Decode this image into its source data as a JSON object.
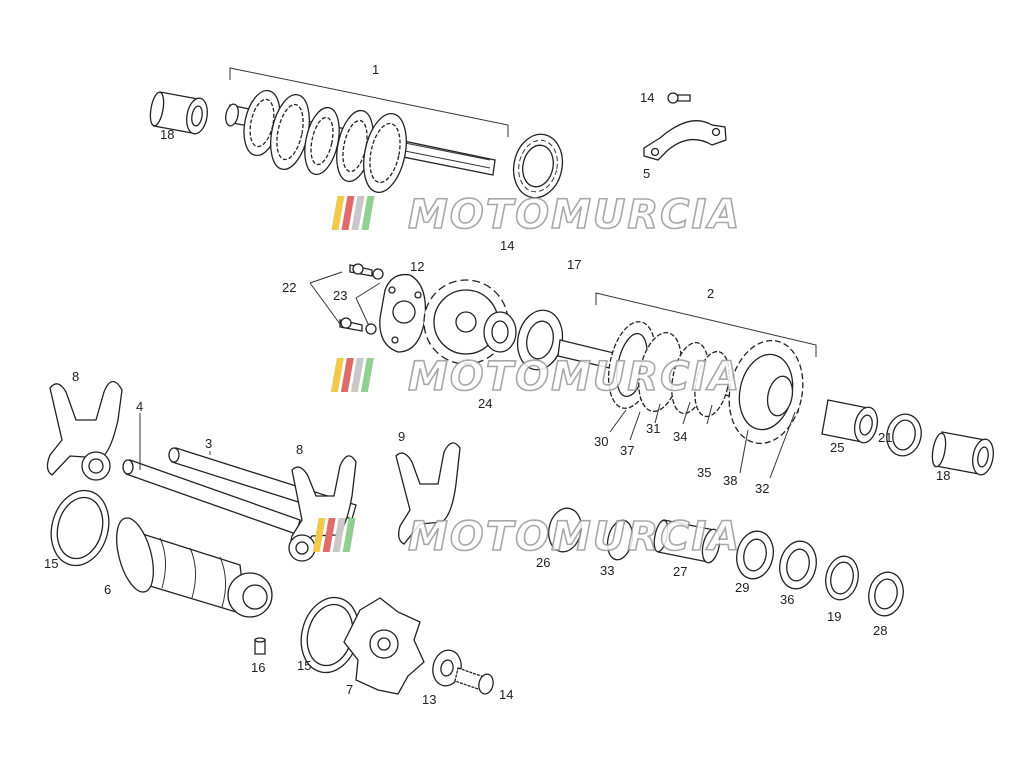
{
  "watermark": {
    "text": "MOTOMURCIA",
    "stripe_colors": [
      "#f2c94c",
      "#e06b6b",
      "#c8c8c8",
      "#8fcf8f"
    ]
  },
  "labels": {
    "p1": "1",
    "p18a": "18",
    "p14a": "14",
    "p5": "5",
    "p14b": "14",
    "p17": "17",
    "p12": "12",
    "p22": "22",
    "p23": "23",
    "p2": "2",
    "p24": "24",
    "p8a": "8",
    "p4": "4",
    "p3": "3",
    "p8b": "8",
    "p9": "9",
    "p30": "30",
    "p37": "37",
    "p31": "31",
    "p34": "34",
    "p35": "35",
    "p38": "38",
    "p32": "32",
    "p25": "25",
    "p21": "21",
    "p18b": "18",
    "p15a": "15",
    "p6": "6",
    "p26": "26",
    "p33": "33",
    "p27": "27",
    "p29": "29",
    "p36": "36",
    "p19": "19",
    "p28": "28",
    "p16": "16",
    "p15b": "15",
    "p7": "7",
    "p13": "13",
    "p14c": "14"
  }
}
